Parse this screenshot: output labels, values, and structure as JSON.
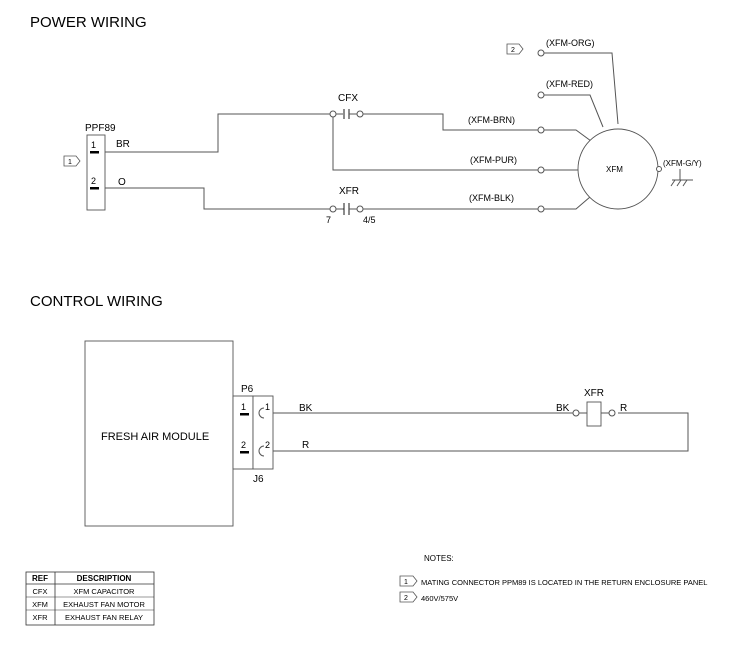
{
  "sections": {
    "power": "POWER WIRING",
    "control": "CONTROL WIRING"
  },
  "power": {
    "connector": {
      "name": "PPF89",
      "pin1": "1",
      "pin2": "2",
      "wire1": "BR",
      "wire2": "O",
      "note_ref": "1"
    },
    "cfx": "CFX",
    "xfr": {
      "name": "XFR",
      "pin_left": "7",
      "pin_right": "4/5"
    },
    "motor": "XFM",
    "wires": {
      "org": "(XFM-ORG)",
      "red": "(XFM-RED)",
      "brn": "(XFM-BRN)",
      "pur": "(XFM-PUR)",
      "blk": "(XFM-BLK)",
      "gy": "(XFM-G/Y)"
    },
    "org_note_ref": "2"
  },
  "control": {
    "module": "FRESH AIR MODULE",
    "p6": "P6",
    "j6": "J6",
    "p_pin1": "1",
    "p_pin2": "2",
    "j_pin1": "1",
    "j_pin2": "2",
    "wire_bk": "BK",
    "wire_r": "R",
    "relay": "XFR",
    "relay_bk": "BK",
    "relay_r": "R"
  },
  "legend": {
    "headers": [
      "REF",
      "DESCRIPTION"
    ],
    "rows": [
      [
        "CFX",
        "XFM CAPACITOR"
      ],
      [
        "XFM",
        "EXHAUST FAN MOTOR"
      ],
      [
        "XFR",
        "EXHAUST FAN RELAY"
      ]
    ]
  },
  "notes": {
    "title": "NOTES:",
    "items": [
      {
        "num": "1",
        "text": "MATING CONNECTOR PPM89 IS LOCATED IN THE RETURN ENCLOSURE PANEL"
      },
      {
        "num": "2",
        "text": "460V/575V"
      }
    ]
  }
}
